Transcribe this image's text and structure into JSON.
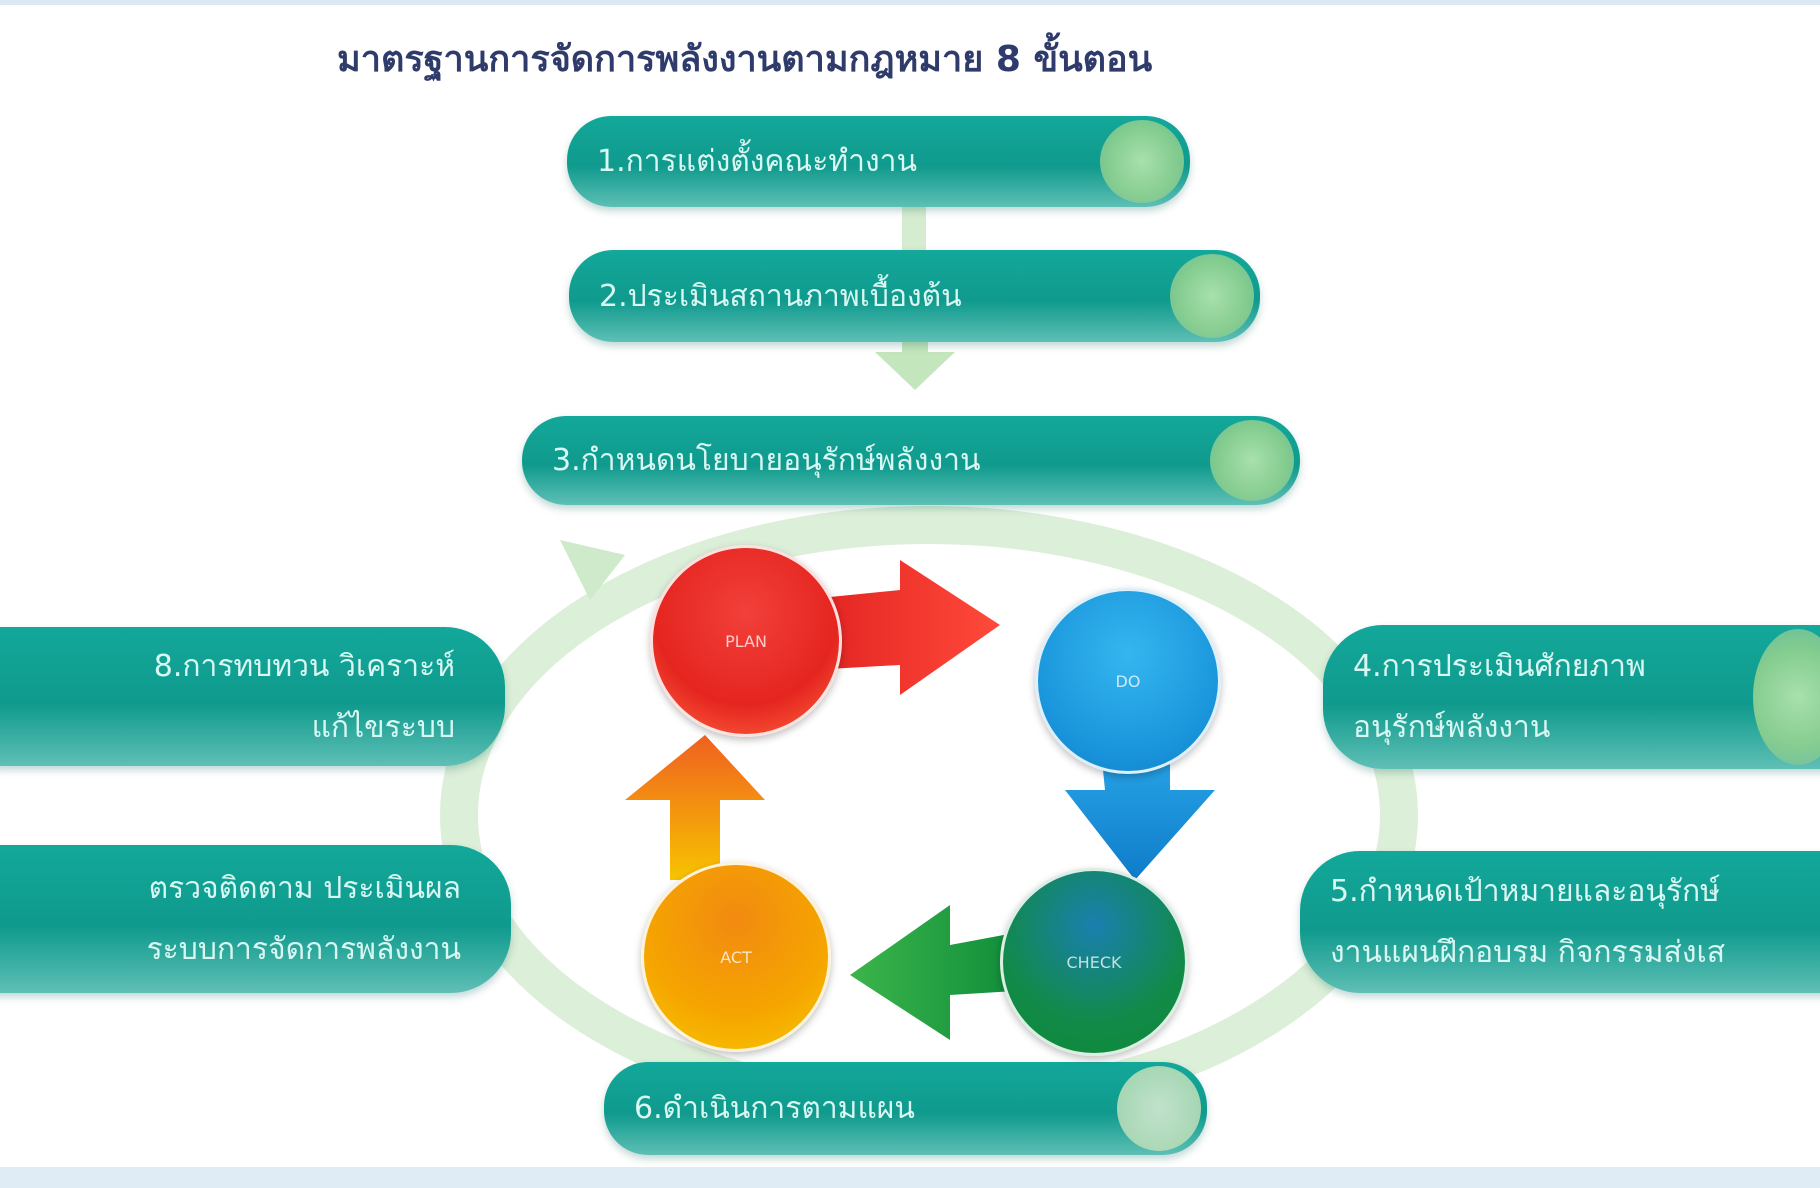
{
  "title": "มาตรฐานการจัดการพลังงานตามกฎหมาย 8 ขั้นตอน",
  "steps": [
    {
      "lines": [
        "1.การแต่งตั้งคณะทำงาน"
      ]
    },
    {
      "lines": [
        "2.ประเมินสถานภาพเบื้องต้น"
      ]
    },
    {
      "lines": [
        "3.กำหนดนโยบายอนุรักษ์พลังงาน"
      ]
    },
    {
      "lines": [
        "4.การประเมินศักยภาพ",
        "อนุรักษ์พลังงาน"
      ]
    },
    {
      "lines": [
        "5.กำหนดเป้าหมายและอนุรักษ์",
        "งานแผนฝึกอบรม กิจกรรมส่งเส"
      ]
    },
    {
      "lines": [
        "6.ดำเนินการตามแผน"
      ]
    },
    {
      "lines": [
        "ตรวจติดตาม ประเมินผล",
        "ระบบการจัดการพลังงาน"
      ]
    },
    {
      "lines": [
        "8.การทบทวน วิเคราะห์",
        "แก้ไขระบบ"
      ]
    }
  ],
  "cycle": {
    "plan": "PLAN",
    "do": "DO",
    "check": "CHECK",
    "act": "ACT"
  },
  "colors": {
    "teal": "#13a89a",
    "plan": "#e8302a",
    "do": "#1e9be0",
    "check": "#138a3a",
    "act": "#f5a000",
    "ring": "#d6ecd2"
  }
}
